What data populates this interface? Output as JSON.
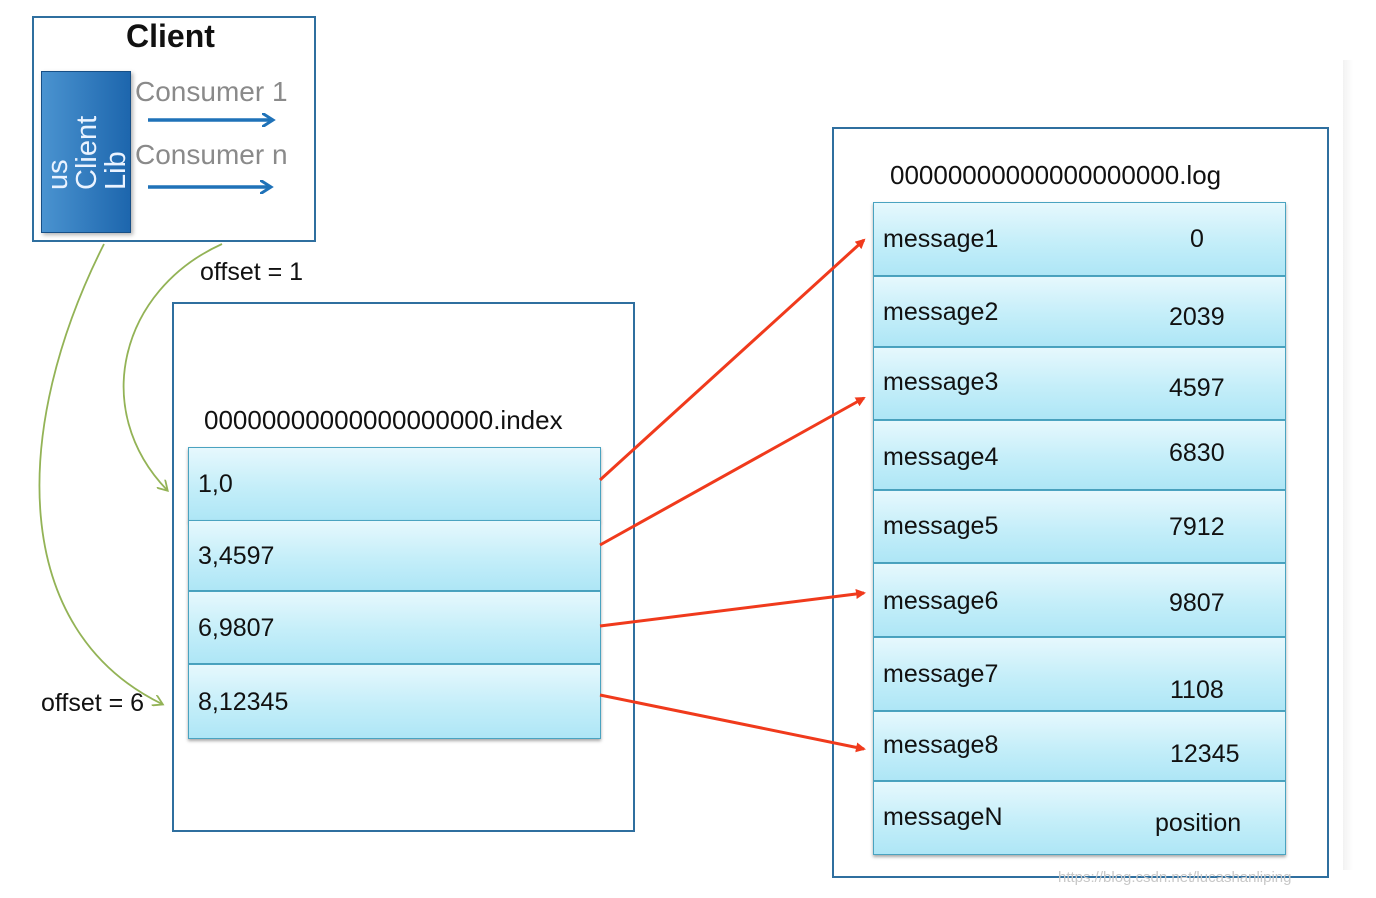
{
  "client": {
    "title": "Client",
    "lib_lines": [
      "us",
      "Client",
      "Lib"
    ],
    "consumers": [
      "Consumer 1",
      "Consumer n"
    ]
  },
  "offsets": [
    "offset = 1",
    "offset = 6"
  ],
  "index_file": {
    "name": "00000000000000000000.index",
    "entries": [
      "1,0",
      "3,4597",
      "6,9807",
      "8,12345"
    ]
  },
  "log_file": {
    "name": "00000000000000000000.log",
    "rows": [
      {
        "message": "message1",
        "position": "0"
      },
      {
        "message": "message2",
        "position": "2039"
      },
      {
        "message": "message3",
        "position": "4597"
      },
      {
        "message": "message4",
        "position": "6830"
      },
      {
        "message": "message5",
        "position": "7912"
      },
      {
        "message": "message6",
        "position": "9807"
      },
      {
        "message": "message7",
        "position": "1108"
      },
      {
        "message": "message8",
        "position": "12345"
      },
      {
        "message": "messageN",
        "position": "position"
      }
    ]
  },
  "watermark": "https://blog.csdn.net/lucashanliping",
  "colors": {
    "box_border": "#2f6f9f",
    "cell_fill": "#c4eef9",
    "lib_fill": "#2a78bf",
    "consumer_arrow": "#1f72b8",
    "pointer_arrow": "#f03a1c",
    "offset_curve": "#93b356"
  }
}
